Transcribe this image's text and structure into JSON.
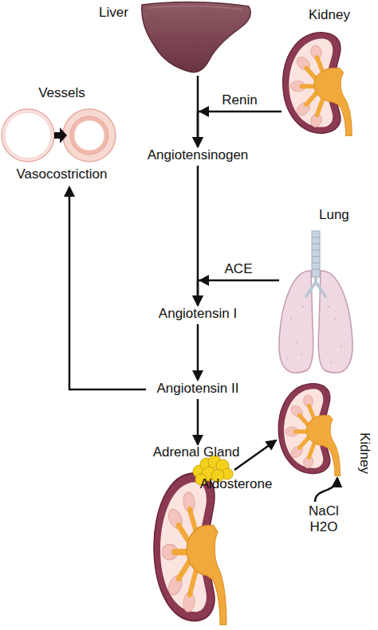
{
  "diagram": {
    "nodes": [
      {
        "text": [
          "Liver"
        ]
      },
      {
        "text": [
          "Kidney"
        ]
      },
      {
        "text": [
          "Angiotensinogen"
        ]
      },
      {
        "text": [
          "Vessels",
          "Vasocostriction"
        ]
      },
      {
        "text": [
          "Lung"
        ]
      },
      {
        "text": [
          "Angiotensin I"
        ]
      },
      {
        "text": [
          "Angiotensin II"
        ]
      },
      {
        "text": [
          "Adrenal Gland"
        ]
      },
      {
        "text": [
          "Kidney"
        ]
      },
      {
        "text": [
          "NaCl H2O"
        ]
      }
    ],
    "edges": [
      {
        "from": 0,
        "to": 2,
        "arrow": "to"
      },
      {
        "from": 1,
        "to": 2,
        "label": "Renin",
        "arrow": "to"
      },
      {
        "from": 2,
        "to": 5,
        "arrow": "to"
      },
      {
        "from": 4,
        "to": 5,
        "label": "ACE",
        "arrow": "to"
      },
      {
        "from": 5,
        "to": 6,
        "arrow": "to"
      },
      {
        "from": 6,
        "to": 3,
        "arrow": "to"
      },
      {
        "from": 6,
        "to": 7,
        "arrow": "to"
      },
      {
        "from": 7,
        "to": 8,
        "label": "Aldosterone",
        "arrow": "to"
      },
      {
        "from": 9,
        "to": 8,
        "arrow": "to"
      }
    ]
  }
}
